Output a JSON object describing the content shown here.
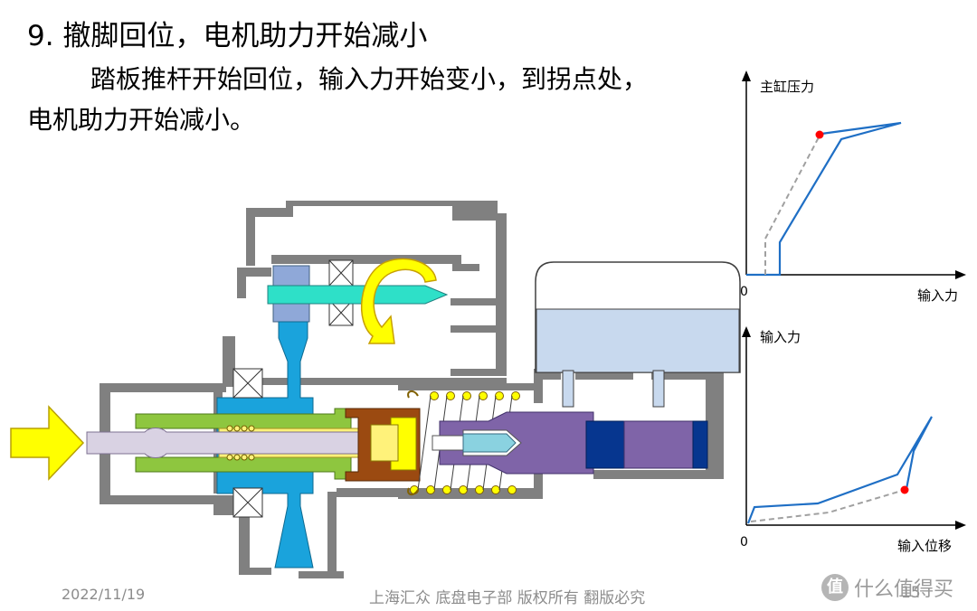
{
  "slide": {
    "title": "9. 撤脚回位，电机助力开始减小",
    "body_line1": "踏板推杆开始回位，输入力开始变小，到拐点处，",
    "body_line2": "电机助力开始减小。"
  },
  "graph_top": {
    "ylabel": "主缸压力",
    "xlabel": "输入力",
    "origin": "0"
  },
  "graph_bottom": {
    "ylabel": "输入力",
    "xlabel": "输入位移",
    "origin": "0"
  },
  "footer": {
    "date": "2022/11/19",
    "copyright": "上海汇众 底盘电子部 版权所有 翻版必究",
    "page": "15"
  },
  "watermark": {
    "logo": "值",
    "text": "什么值得买"
  },
  "colors": {
    "housing": "#808080",
    "piston_blue": "#1aa3dc",
    "shaft_cyan": "#2ee0c8",
    "gear_blue": "#8fa8d8",
    "rotation_arrow": "#ffff00",
    "input_arrow": "#ffff00",
    "rod": "#d9d2e3",
    "sleeve_green": "#8ec63f",
    "spring_yellow": "#ffff00",
    "reaction_brown": "#9b4a11",
    "master_piston": "#7f64a8",
    "seal_dark_blue": "#06368f",
    "fluid": "#c8d9ee",
    "curve_solid": "#1f6fc5",
    "curve_dashed": "#a0a0a0",
    "knee_point": "#ff0000"
  }
}
